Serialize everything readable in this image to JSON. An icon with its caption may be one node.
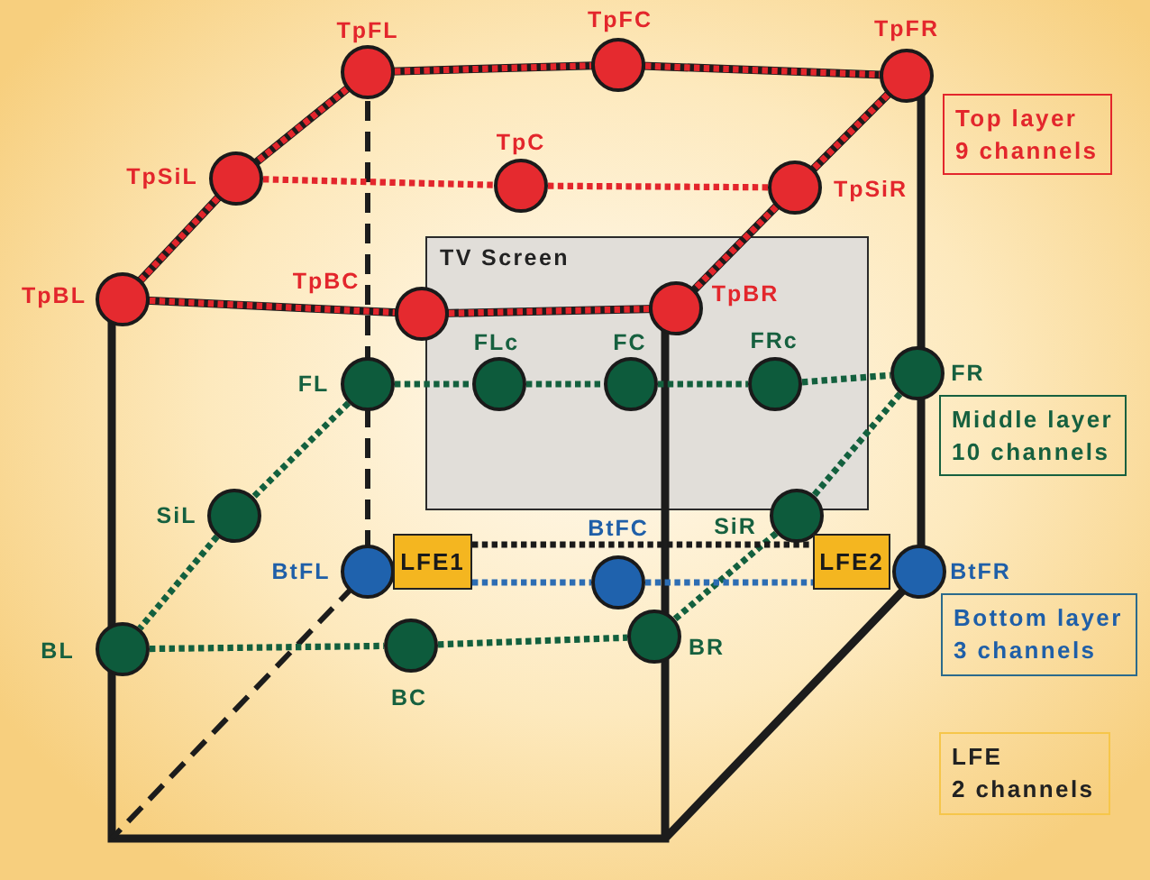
{
  "diagram": {
    "nodes": [
      {
        "text": [
          "TpFL"
        ]
      },
      {
        "text": [
          "TpFC"
        ]
      },
      {
        "text": [
          "TpFR"
        ]
      },
      {
        "text": [
          "Top layer",
          "9 channels"
        ]
      },
      {
        "text": [
          "TpSiL"
        ]
      },
      {
        "text": [
          "TpC"
        ]
      },
      {
        "text": [
          "TpSiR"
        ]
      },
      {
        "text": [
          "TV Screen"
        ]
      },
      {
        "text": [
          "TpBL"
        ]
      },
      {
        "text": [
          "TpBC"
        ]
      },
      {
        "text": [
          "TpBR"
        ],
        "in": 7
      },
      {
        "text": [
          "FLc"
        ],
        "in": 7
      },
      {
        "text": [
          "FC"
        ],
        "in": 7
      },
      {
        "text": [
          "FRc"
        ],
        "in": 7
      },
      {
        "text": [
          "FL"
        ]
      },
      {
        "text": [
          "FR"
        ]
      },
      {
        "text": [
          "Middle layer",
          "10 channels"
        ]
      },
      {
        "text": [
          "SiL"
        ]
      },
      {
        "text": [
          "SiR"
        ]
      },
      {
        "text": [
          "BtFL"
        ]
      },
      {
        "text": [
          "LFE1"
        ]
      },
      {
        "text": [
          "BtFC"
        ]
      },
      {
        "text": [
          "LFE2"
        ]
      },
      {
        "text": [
          "BtFR"
        ]
      },
      {
        "text": [
          "Bottom layer",
          "3 channels"
        ]
      },
      {
        "text": [
          "BL"
        ]
      },
      {
        "text": [
          "BR"
        ]
      },
      {
        "text": [
          "BC"
        ]
      },
      {
        "text": [
          "LFE",
          "2 channels"
        ]
      }
    ],
    "edges": [
      {
        "from": 0,
        "to": 1,
        "arrow": "none",
        "color": "#e3262c"
      },
      {
        "from": 1,
        "to": 2,
        "arrow": "none",
        "color": "#e3262c"
      },
      {
        "from": 0,
        "to": 4,
        "arrow": "none",
        "color": "#e3262c"
      },
      {
        "from": 4,
        "to": 8,
        "arrow": "none",
        "color": "#e3262c"
      },
      {
        "from": 2,
        "to": 6,
        "arrow": "none",
        "color": "#e3262c"
      },
      {
        "from": 6,
        "to": 10,
        "arrow": "none",
        "color": "#e3262c"
      },
      {
        "from": 4,
        "to": 5,
        "arrow": "none",
        "color": "#e3262c"
      },
      {
        "from": 5,
        "to": 6,
        "arrow": "none",
        "color": "#e3262c"
      },
      {
        "from": 8,
        "to": 9,
        "arrow": "none",
        "color": "#e3262c"
      },
      {
        "from": 9,
        "to": 10,
        "arrow": "none",
        "color": "#e3262c"
      },
      {
        "from": 14,
        "to": 11,
        "arrow": "none",
        "color": "#13603e"
      },
      {
        "from": 11,
        "to": 12,
        "arrow": "none",
        "color": "#13603e"
      },
      {
        "from": 12,
        "to": 13,
        "arrow": "none",
        "color": "#13603e"
      },
      {
        "from": 13,
        "to": 15,
        "arrow": "none",
        "color": "#13603e"
      },
      {
        "from": 14,
        "to": 17,
        "arrow": "none",
        "color": "#13603e"
      },
      {
        "from": 17,
        "to": 25,
        "arrow": "none",
        "color": "#13603e"
      },
      {
        "from": 15,
        "to": 18,
        "arrow": "none",
        "color": "#13603e"
      },
      {
        "from": 18,
        "to": 26,
        "arrow": "none",
        "color": "#13603e"
      },
      {
        "from": 25,
        "to": 27,
        "arrow": "none",
        "color": "#13603e"
      },
      {
        "from": 27,
        "to": 26,
        "arrow": "none",
        "color": "#13603e"
      },
      {
        "from": 20,
        "to": 21,
        "arrow": "none",
        "color": "#2d6db3"
      },
      {
        "from": 21,
        "to": 22,
        "arrow": "none",
        "color": "#2d6db3"
      },
      {
        "from": 20,
        "to": 22,
        "arrow": "none",
        "color": "#1a1a1a"
      }
    ]
  }
}
